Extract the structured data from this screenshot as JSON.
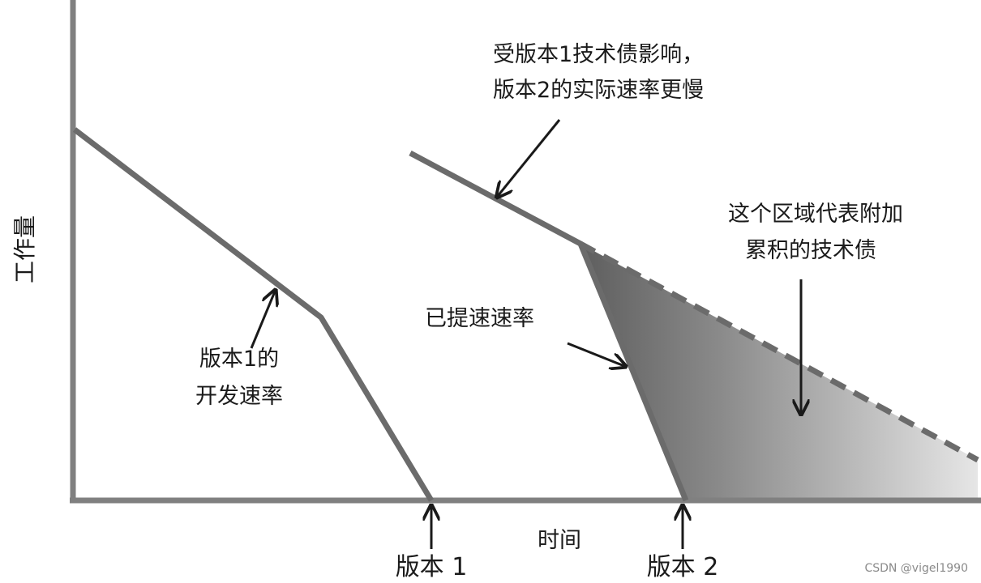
{
  "axes": {
    "y_label": "工作量",
    "x_label": "时间"
  },
  "markers": {
    "release_1": "版本 1",
    "release_2": "版本 2"
  },
  "annotations": {
    "v1_rate": [
      "版本1的",
      "开发速率"
    ],
    "v2_rate": [
      "受版本1技术债影响，",
      "版本2的实际速率更慢"
    ],
    "accelerated_rate": "已提速速率",
    "debt_area": [
      "这个区域代表附加",
      "累积的技术债"
    ]
  },
  "colors": {
    "axis": "#808080",
    "line": "#6b6b6b",
    "area_dark": "#5e5e5e",
    "area_light": "#e6e6e6",
    "ink": "#1a1a1a"
  },
  "watermark": "CSDN @vigel1990"
}
